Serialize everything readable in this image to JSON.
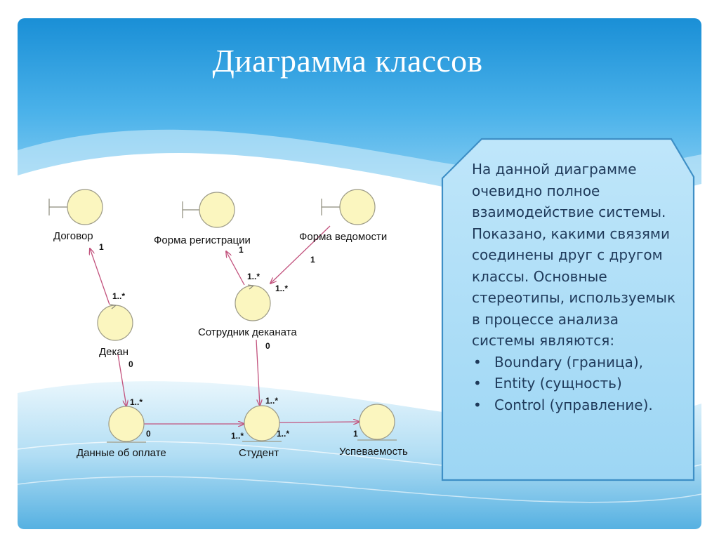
{
  "slide": {
    "title": "Диаграмма классов"
  },
  "diagram": {
    "classes": {
      "dogovor": "Договор",
      "forma_registracii": "Форма регистрации",
      "forma_vedomosti": "Форма ведомости",
      "dekan": "Декан",
      "sotrudnik_dekanata": "Сотрудник деканата",
      "dannye_ob_oplate": "Данные об оплате",
      "student": "Студент",
      "uspevaemost": "Успеваемость"
    },
    "multiplicities": {
      "dogovor_1": "1",
      "dekan_to_dogovor": "1..*",
      "forma_registracii_1": "1",
      "sotrudnik_to_forma_reg": "1..*",
      "forma_vedomosti_1": "1",
      "sotrudnik_from_vedomost": "1..*",
      "dekan_0": "0",
      "oplata_from_dekan": "1..*",
      "sotrudnik_0": "0",
      "student_from_sotrudnik": "1..*",
      "oplata_0": "0",
      "student_from_oplata": "1..*",
      "student_to_uspev": "1..*",
      "uspev_1": "1"
    },
    "colors": {
      "node_fill": "#fbf6bf",
      "node_stroke": "#9c9a86",
      "arrow": "#c2527d"
    }
  },
  "note": {
    "paragraph": "На данной диаграмме очевидно полное взаимодействие системы. Показано, какими связями соединены друг с другом классы. Основные стереотипы, используемык в процессе анализа системы являются:",
    "bullets": [
      "Boundary (граница),",
      "Entity (сущность)",
      "Control (управление)."
    ]
  }
}
